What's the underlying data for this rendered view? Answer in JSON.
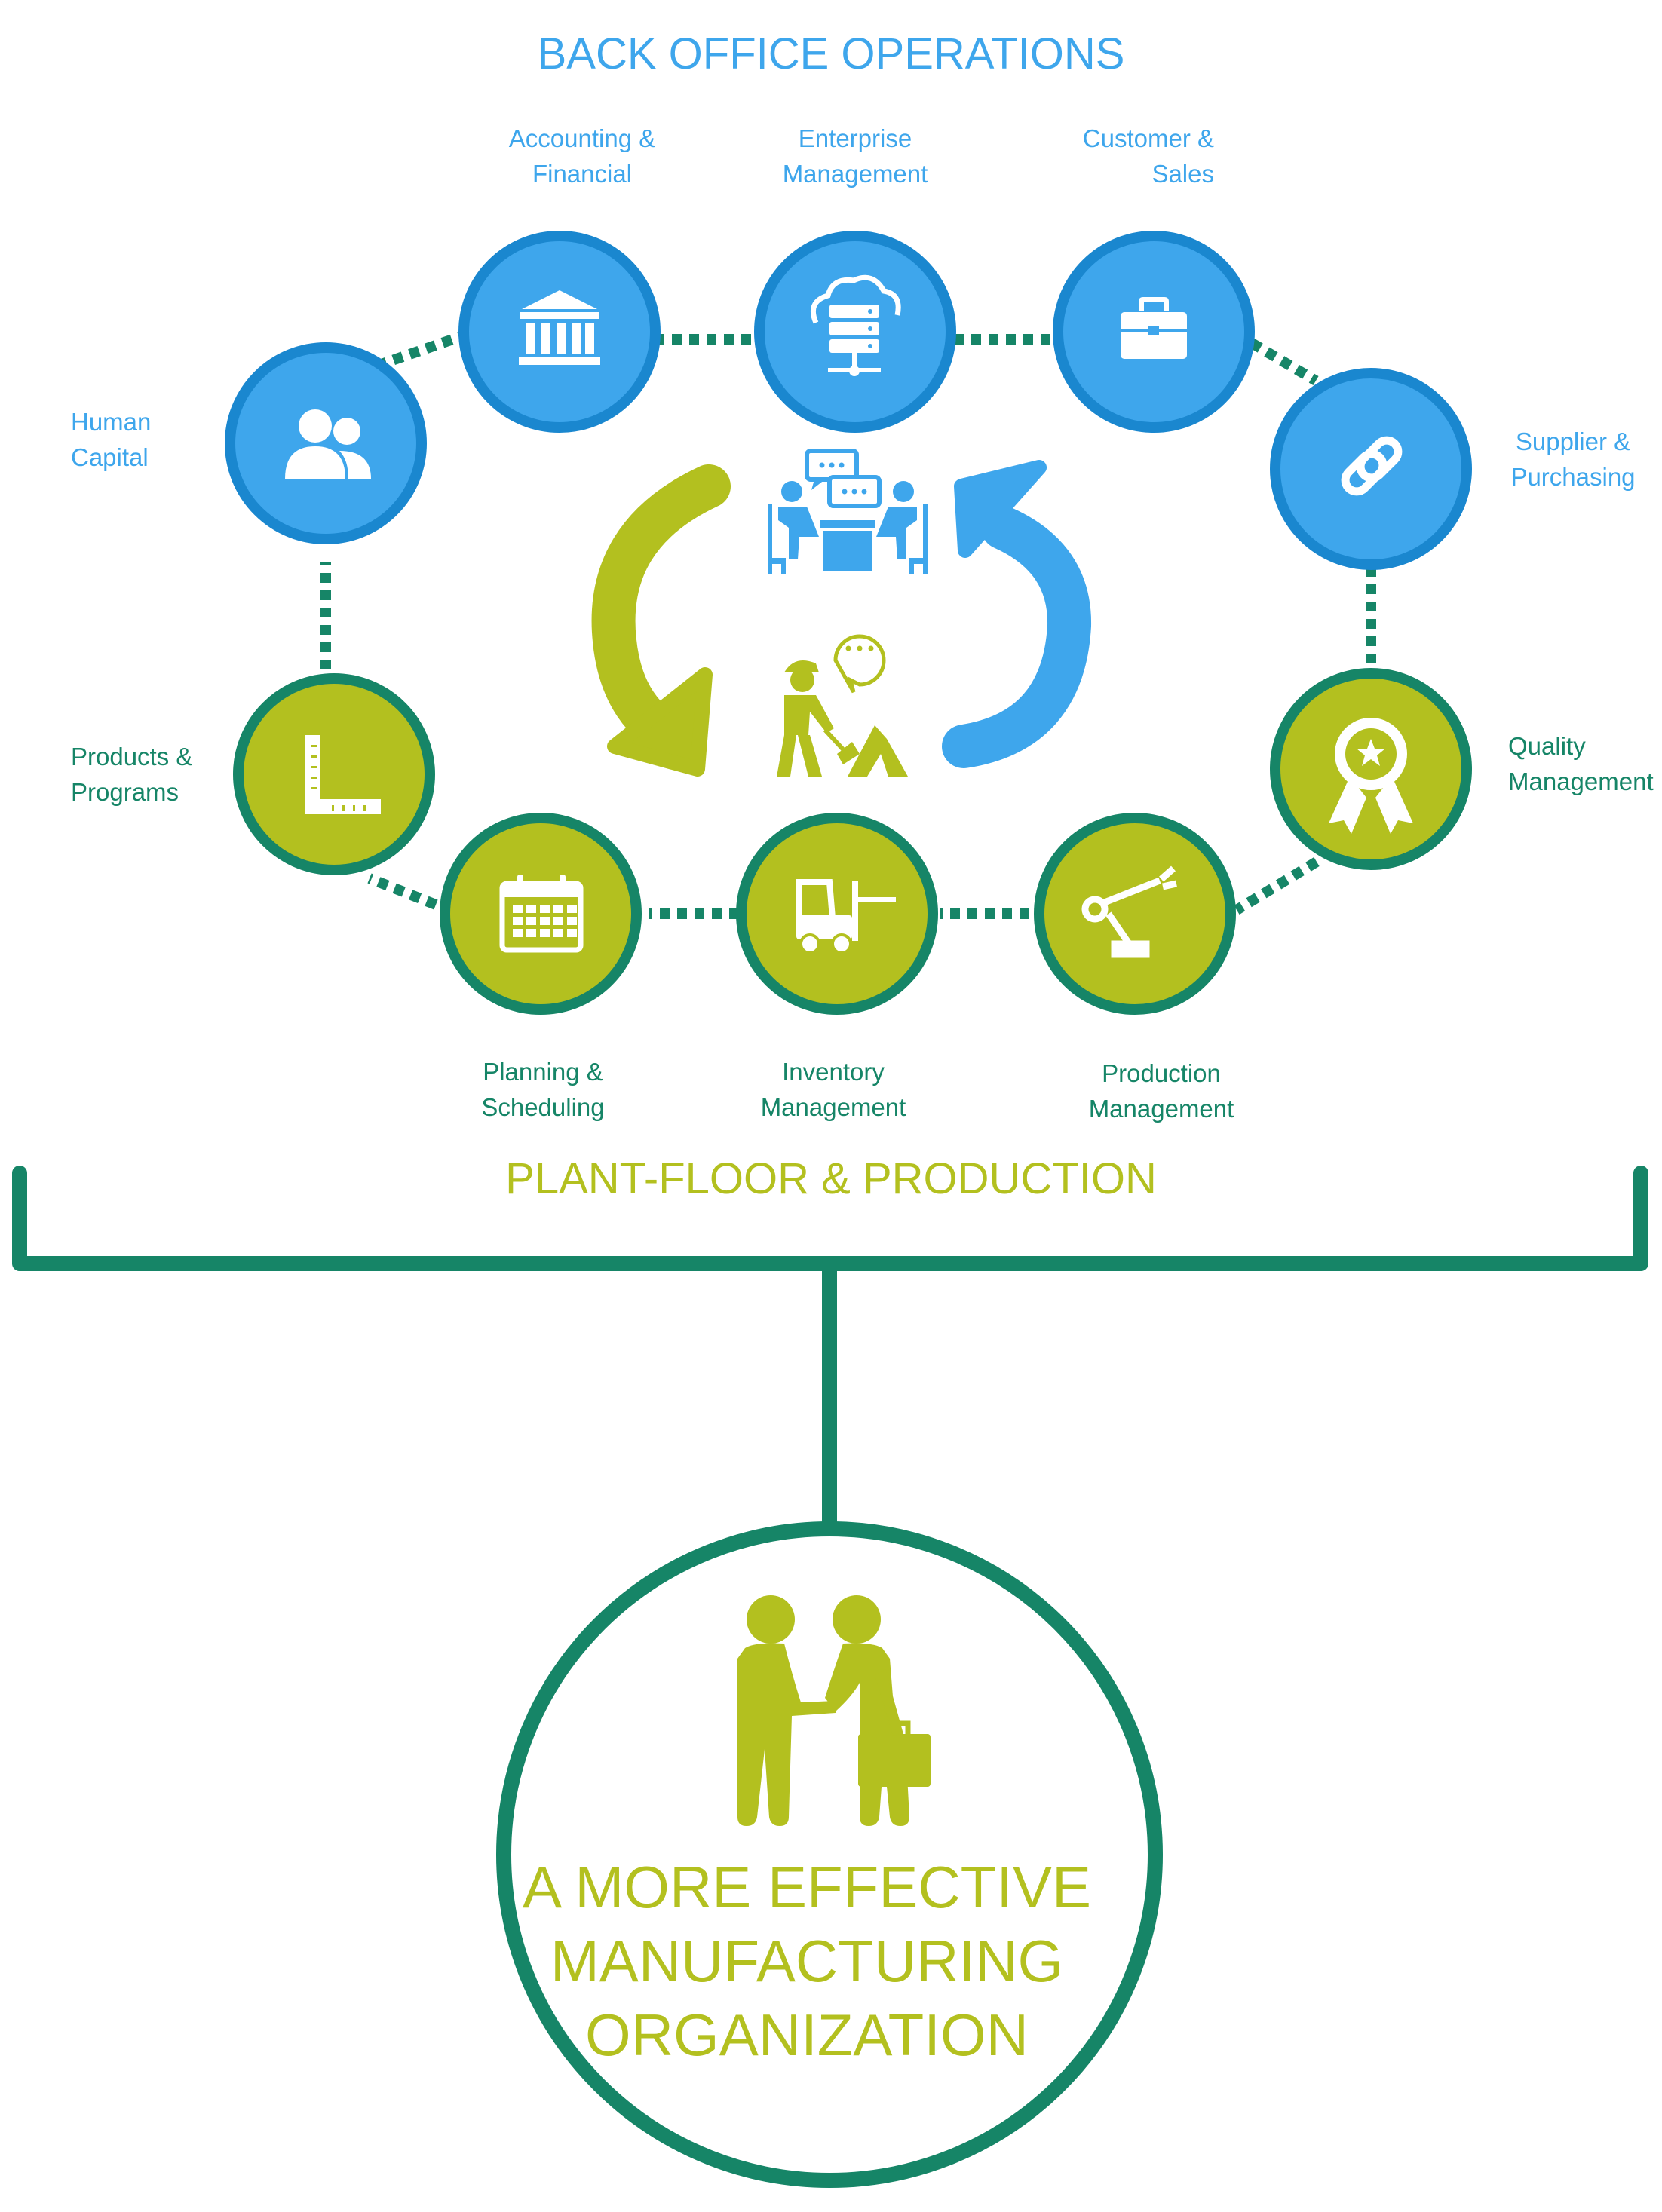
{
  "back_office": {
    "title": "BACK OFFICE OPERATIONS",
    "nodes": [
      {
        "id": "human-capital",
        "lines": [
          "Human",
          "Capital"
        ],
        "icon": "users-icon"
      },
      {
        "id": "accounting-financial",
        "lines": [
          "Accounting &",
          "Financial"
        ],
        "icon": "bank-icon"
      },
      {
        "id": "enterprise-management",
        "lines": [
          "Enterprise",
          "Management"
        ],
        "icon": "cloud-server-icon"
      },
      {
        "id": "customer-sales",
        "lines": [
          "Customer &",
          "Sales"
        ],
        "icon": "briefcase-icon"
      },
      {
        "id": "supplier-purchasing",
        "lines": [
          "Supplier &",
          "Purchasing"
        ],
        "icon": "chain-link-icon"
      }
    ]
  },
  "plant_floor": {
    "title": "PLANT-FLOOR & PRODUCTION",
    "nodes": [
      {
        "id": "quality-management",
        "lines": [
          "Quality",
          "Management"
        ],
        "icon": "award-ribbon-icon"
      },
      {
        "id": "production-management",
        "lines": [
          "Production",
          "Management"
        ],
        "icon": "robot-arm-icon"
      },
      {
        "id": "inventory-management",
        "lines": [
          "Inventory",
          "Management"
        ],
        "icon": "forklift-icon"
      },
      {
        "id": "planning-scheduling",
        "lines": [
          "Planning &",
          "Scheduling"
        ],
        "icon": "calendar-icon"
      },
      {
        "id": "products-programs",
        "lines": [
          "Products &",
          "Programs"
        ],
        "icon": "square-ruler-icon"
      }
    ]
  },
  "center": {
    "top_icon": "meeting-chat-icon",
    "bottom_icon": "worker-shovel-icon",
    "left_arrow_icon": "curved-arrow-down-icon",
    "right_arrow_icon": "curved-arrow-up-icon"
  },
  "outcome": {
    "lines": [
      "A MORE EFFECTIVE",
      "MANUFACTURING",
      "ORGANIZATION"
    ],
    "icon": "handshake-icon"
  },
  "colors": {
    "blue": "#3ea6ec",
    "blue_ring": "#1a87cf",
    "green": "#b3c01f",
    "teal": "#168567"
  }
}
